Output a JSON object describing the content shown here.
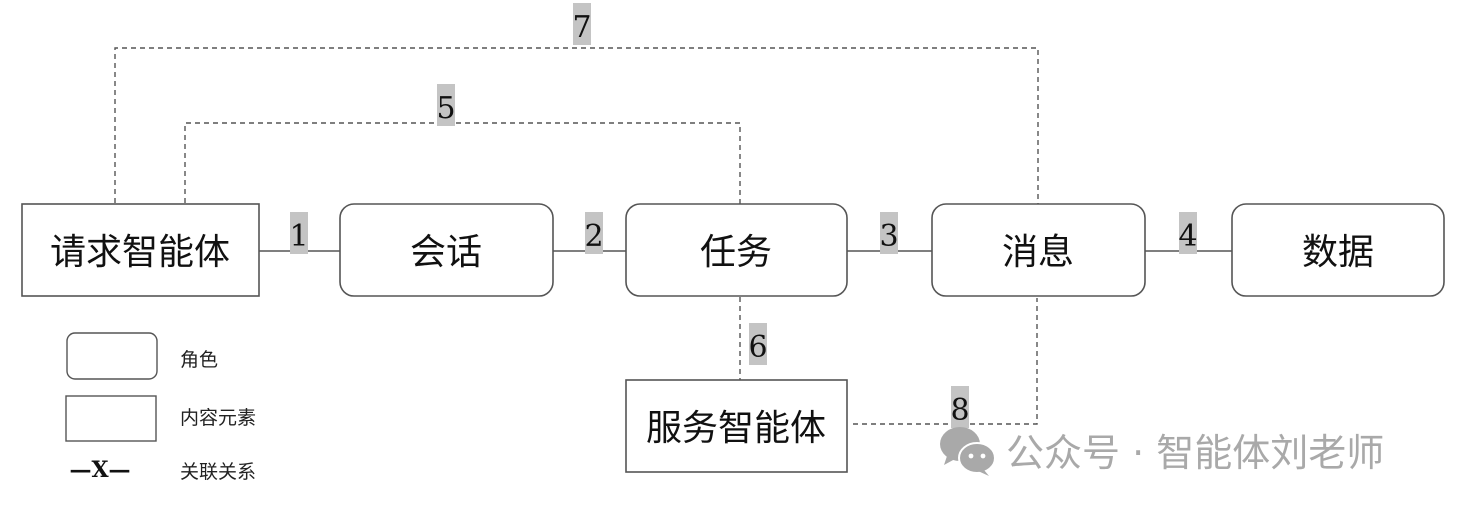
{
  "nodes": {
    "requester": "请求智能体",
    "session": "会话",
    "task": "任务",
    "message": "消息",
    "data": "数据",
    "service": "服务智能体"
  },
  "relations": {
    "r1": "1",
    "r2": "2",
    "r3": "3",
    "r4": "4",
    "r5": "5",
    "r6": "6",
    "r7": "7",
    "r8": "8"
  },
  "legend": {
    "role": "角色",
    "content_element": "内容元素",
    "relation_symbol": "—X—",
    "relation": "关联关系"
  },
  "watermark": {
    "icon": "wechat-icon",
    "text": "公众号 · 智能体刘老师"
  },
  "colors": {
    "line": "#555555",
    "label_bg": "#c4c4c4",
    "watermark": "#a9a9a9"
  }
}
